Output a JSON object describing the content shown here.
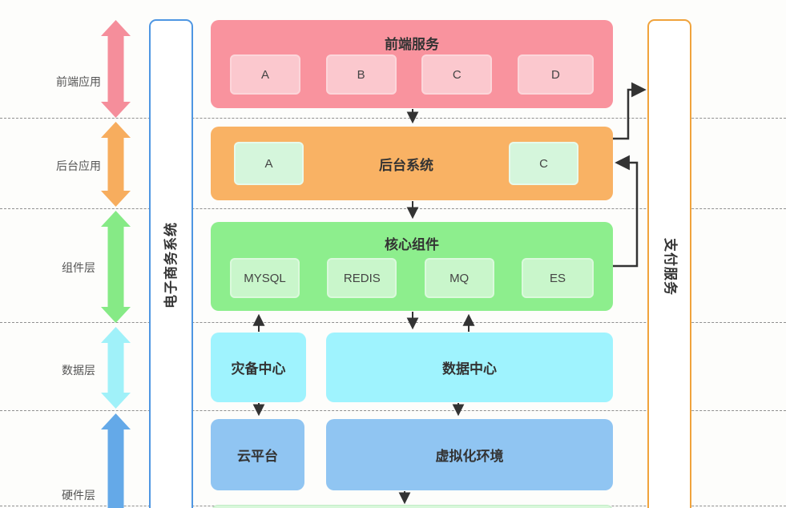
{
  "diagram": {
    "background_color": "#FDFDFB",
    "dashed_line_color": "#8F8F8F",
    "connector_color": "#333333"
  },
  "layer_labels": [
    {
      "label": "前端应用",
      "arrow_color": "#F58E9B"
    },
    {
      "label": "后台应用",
      "arrow_color": "#F7AD5E"
    },
    {
      "label": "组件层",
      "arrow_color": "#86EA86"
    },
    {
      "label": "数据层",
      "arrow_color": "#A0F1F9"
    },
    {
      "label": "硬件层",
      "arrow_color": "#64A9E8"
    }
  ],
  "side_panels": {
    "ecommerce": {
      "title": "电子商务系统",
      "border_color": "#4E96E2"
    },
    "payment": {
      "title": "支付服务",
      "border_color": "#F0A33C"
    }
  },
  "nodes": {
    "frontend": {
      "title": "前端服务",
      "items": [
        "A",
        "B",
        "C",
        "D"
      ],
      "bg": "#F9939E",
      "item_bg": "#FBC8CE"
    },
    "backend": {
      "title": "后台系统",
      "items": [
        "A",
        "C"
      ],
      "bg": "#F9B264",
      "item_bg": "#D5F6DC"
    },
    "core": {
      "title": "核心组件",
      "items": [
        "MYSQL",
        "REDIS",
        "MQ",
        "ES"
      ],
      "bg": "#8DEE8D",
      "item_bg": "#C9F6CB"
    },
    "disaster": {
      "title": "灾备中心",
      "bg": "#9FF3FE"
    },
    "datacenter": {
      "title": "数据中心",
      "bg": "#9FF3FE"
    },
    "cloud": {
      "title": "云平台",
      "bg": "#90C5F2"
    },
    "virtualization": {
      "title": "虚拟化环境",
      "bg": "#90C5F2"
    }
  }
}
